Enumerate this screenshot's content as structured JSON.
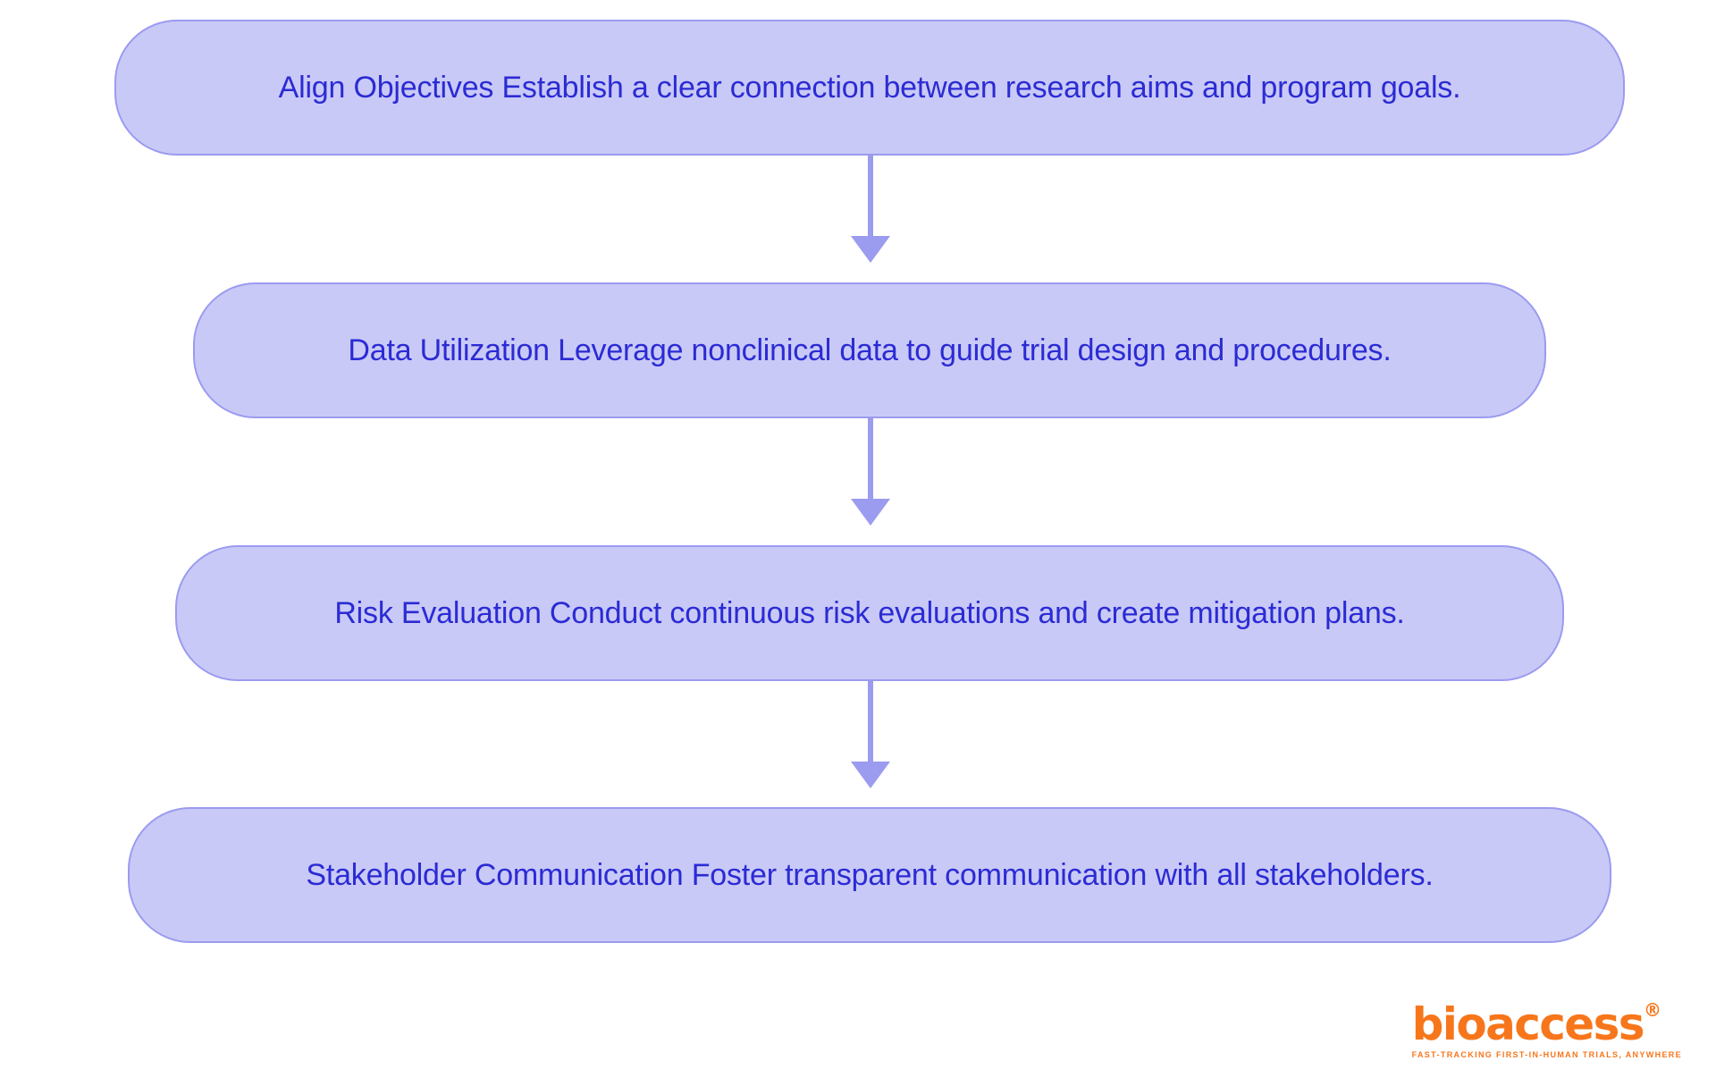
{
  "diagram": {
    "type": "flowchart",
    "orientation": "vertical",
    "theme": {
      "node_fill": "#C9C9F7",
      "node_border": "#9B9BF0",
      "node_text": "#2B2BD4",
      "connector": "#9B9BF0",
      "background": "#FFFFFF"
    },
    "nodes": [
      {
        "id": "align-objectives",
        "label": "Align Objectives Establish a clear connection between research aims and program goals."
      },
      {
        "id": "data-utilization",
        "label": "Data Utilization Leverage nonclinical data to guide trial design and procedures."
      },
      {
        "id": "risk-evaluation",
        "label": "Risk Evaluation Conduct continuous risk evaluations and create mitigation plans."
      },
      {
        "id": "stakeholder-communication",
        "label": "Stakeholder Communication Foster transparent communication with all stakeholders."
      }
    ],
    "connectors": [
      {
        "from": "align-objectives",
        "to": "data-utilization",
        "style": "arrow-down"
      },
      {
        "from": "data-utilization",
        "to": "risk-evaluation",
        "style": "arrow-down"
      },
      {
        "from": "risk-evaluation",
        "to": "stakeholder-communication",
        "style": "arrow-down"
      }
    ]
  },
  "brand": {
    "wordmark": "bioaccess",
    "registered_mark": "®",
    "tagline": "FAST-TRACKING FIRST-IN-HUMAN TRIALS, ANYWHERE",
    "color": "#F7761B"
  }
}
